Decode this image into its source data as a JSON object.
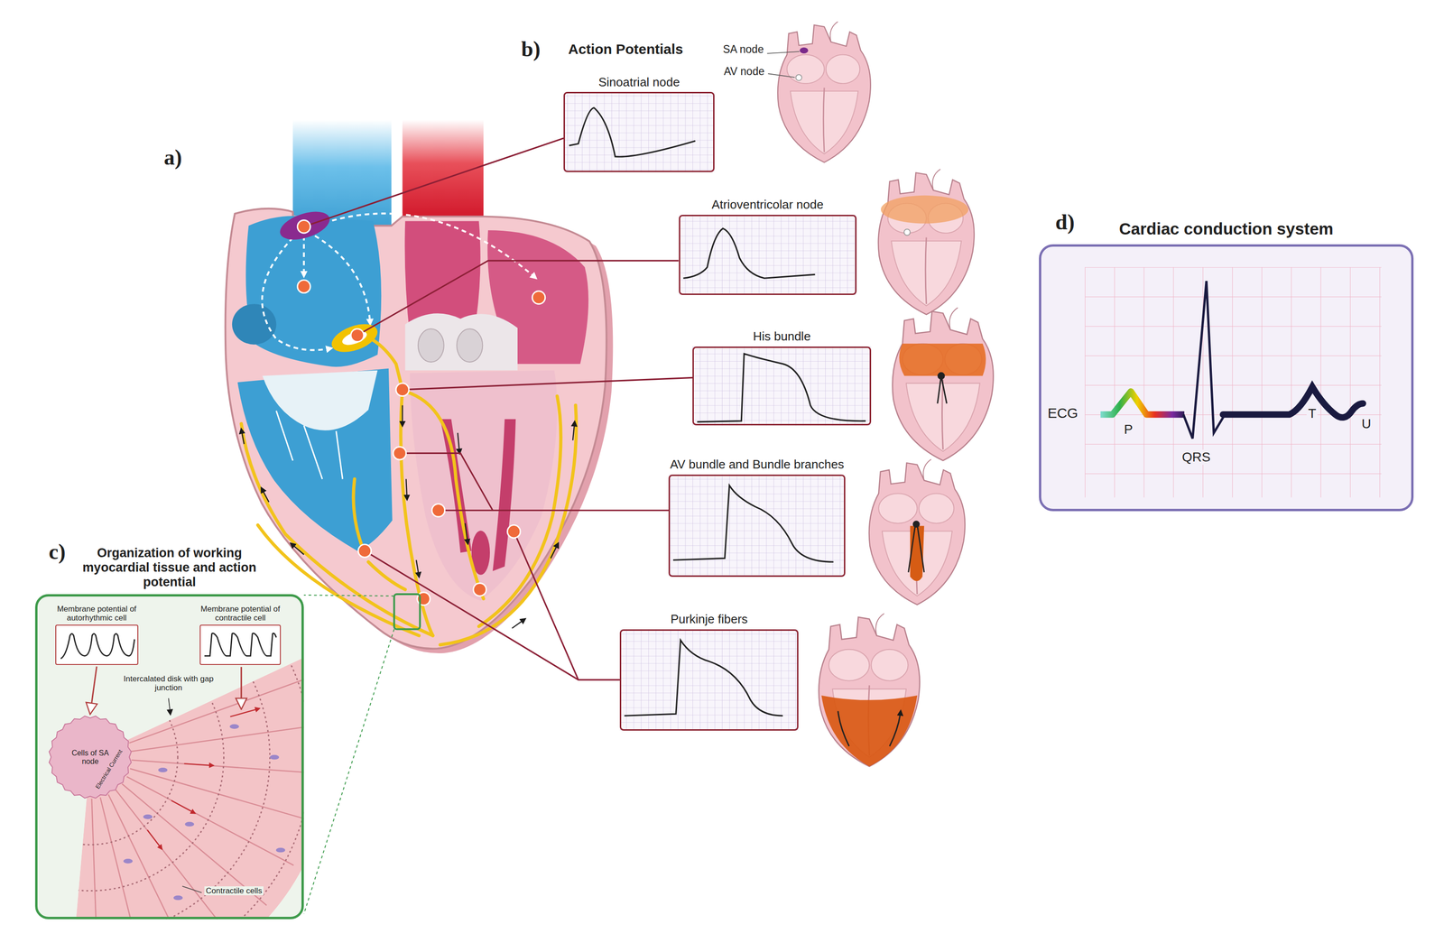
{
  "diagram": {
    "nodes": [
      {
        "text": [
          "Organization of working myocardial tissue and action potential"
        ]
      },
      {
        "text": [
          "Membrane potential of autorhythmic cell"
        ],
        "in": 0
      },
      {
        "text": [
          "Membrane potential of contractile cell"
        ],
        "in": 0
      },
      {
        "text": [
          "Cells of SA node",
          "Electrical Current"
        ],
        "in": 0
      },
      {
        "text": [
          "Sinoatrial node"
        ]
      },
      {
        "text": [
          "Atrioventricolar node"
        ]
      },
      {
        "text": [
          "His bundle"
        ]
      },
      {
        "text": [
          "AV bundle and Bundle branches"
        ]
      },
      {
        "text": [
          "Purkinje fibers"
        ]
      },
      {
        "text": [
          "Cardiac conduction system"
        ]
      }
    ],
    "edges": [
      {
        "from": 1,
        "to": 3,
        "arrow": "to"
      }
    ],
    "labels": [
      "a)",
      "b)",
      "Action Potentials",
      "SA node",
      "AV node",
      "c)",
      "Intercalated disk with gap junction",
      "Contractile cells",
      "d)",
      "ECG",
      "P",
      "QRS",
      "T",
      "U"
    ]
  }
}
